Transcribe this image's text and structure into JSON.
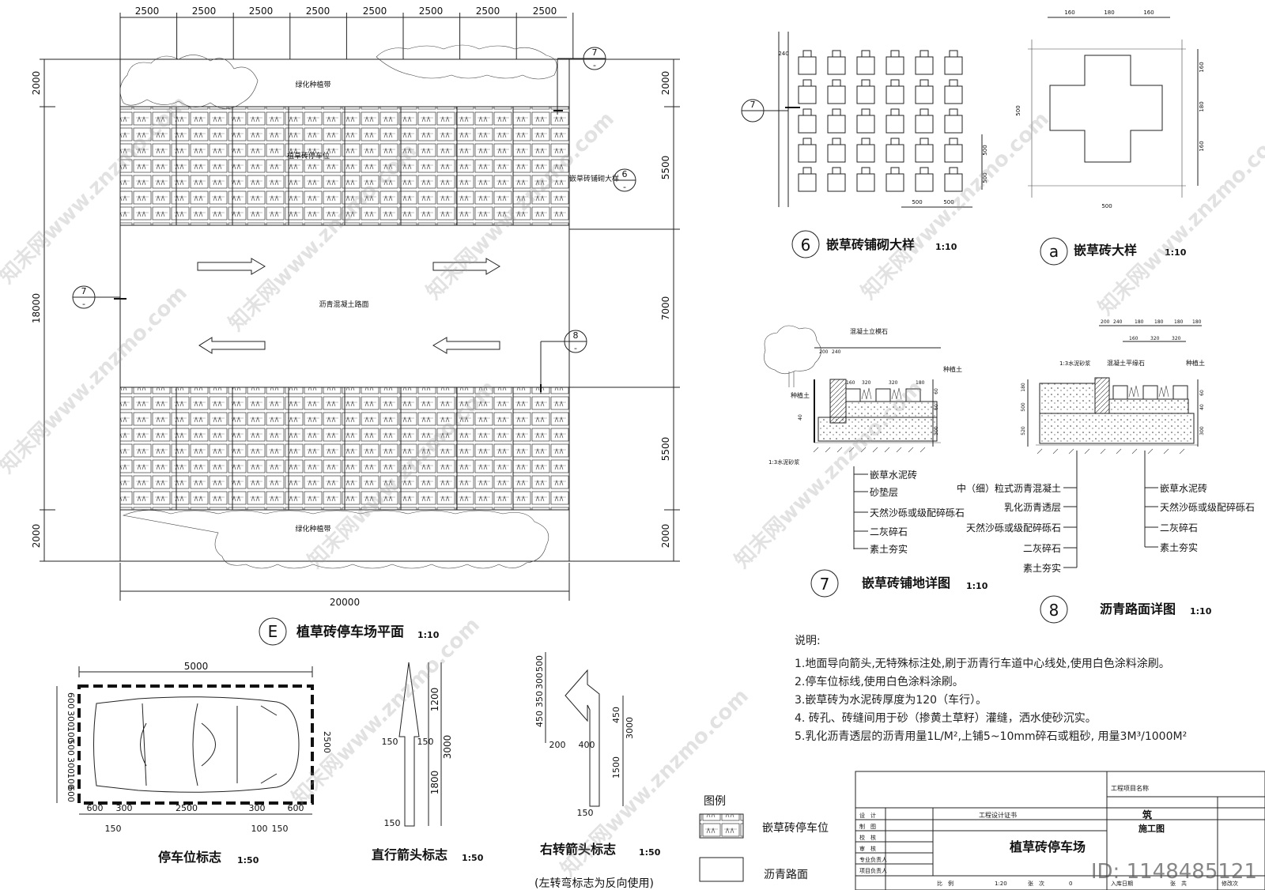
{
  "plan": {
    "top_dims": [
      "2500",
      "2500",
      "2500",
      "2500",
      "2500",
      "2500",
      "2500",
      "2500"
    ],
    "left_dims": [
      "2000",
      "18000",
      "2000"
    ],
    "right_dims": [
      "2000",
      "5500",
      "7000",
      "5500",
      "2000"
    ],
    "bottom_dim": "20000",
    "green_label": "绿化种植带",
    "grass_label": "植草砖停车位",
    "road_label": "沥青混凝土路面",
    "detail_ref_label": "嵌草砖铺砌大样",
    "callouts": [
      "7",
      "6",
      "7",
      "8",
      "-"
    ],
    "title_symbol": "E",
    "title": "植草砖停车场平面",
    "scale": "1:10"
  },
  "detail6": {
    "symbol": "6",
    "title": "嵌草砖铺砌大样",
    "scale": "1:10",
    "dims": [
      "240",
      "500",
      "500",
      "500",
      "500"
    ],
    "callout": "7"
  },
  "detail_a": {
    "symbol": "a",
    "title": "嵌草砖大样",
    "scale": "1:10",
    "dims": [
      "160",
      "180",
      "160",
      "160",
      "180",
      "160",
      "500",
      "500"
    ]
  },
  "detail7": {
    "symbol": "7",
    "title": "嵌草砖铺地详图",
    "scale": "1:10",
    "top_dims": [
      "200",
      "240",
      "160",
      "320",
      "320",
      "180"
    ],
    "top_labels": [
      "混凝土立模石",
      "种植土"
    ],
    "left_labels": [
      "种植土",
      "1:3水泥砂浆"
    ],
    "side_dims": [
      "60",
      "60",
      "300",
      "40"
    ],
    "layers": [
      "嵌草水泥砖",
      "砂垫层",
      "天然沙砾或级配碎砾石",
      "二灰碎石",
      "素土夯实"
    ]
  },
  "detail8": {
    "symbol": "8",
    "title": "沥青路面详图",
    "scale": "1:10",
    "top_dims": [
      "200",
      "240",
      "180",
      "180",
      "180",
      "180"
    ],
    "sub_dims": [
      "160",
      "320",
      "320"
    ],
    "top_labels": [
      "1:3水泥砂浆",
      "混凝土平缘石",
      "种植土"
    ],
    "side_dims": [
      "180",
      "500",
      "520",
      "60",
      "40",
      "300"
    ],
    "left_layers": [
      "中（细）粒式沥青混凝土",
      "乳化沥青透层",
      "天然沙砾或级配碎砾石",
      "二灰碎石",
      "素土夯实"
    ],
    "right_layers": [
      "嵌草水泥砖",
      "天然沙砾或级配碎砾石",
      "二灰碎石",
      "素土夯实"
    ]
  },
  "notes": {
    "heading": "说明:",
    "items": [
      "1.地面导向箭头,无特殊标注处,刷于沥青行车道中心线处,使用白色涂料涂刷。",
      "2.停车位标线,使用白色涂料涂刷。",
      "3.嵌草砖为水泥砖厚度为120（车行）。",
      "4. 砖孔、砖缝间用于砂（掺黄土草籽）灌缝，洒水使砂沉实。",
      "5.乳化沥青透层的沥青用量1L/M²,上铺5~10mm碎石或粗砂, 用量3M³/1000M²"
    ]
  },
  "parking": {
    "title": "停车位标志",
    "scale": "1:50",
    "top_dim": "5000",
    "right_dim": "2500",
    "left_dims": [
      "600",
      "300",
      "100",
      "500",
      "300",
      "100",
      "600"
    ],
    "bottom_dims": [
      "600",
      "300",
      "2500",
      "300",
      "600"
    ],
    "sub_dims": [
      "150",
      "100",
      "150"
    ]
  },
  "straight_arrow": {
    "title": "直行箭头标志",
    "scale": "1:50",
    "dims": [
      "1200",
      "3000",
      "1800",
      "150",
      "150",
      "150"
    ]
  },
  "right_arrow": {
    "title": "右转箭头标志",
    "scale": "1:50",
    "subtitle": "(左转弯标志为反向使用)",
    "dims": [
      "450",
      "350",
      "300",
      "500",
      "450",
      "3000",
      "1500",
      "200",
      "400",
      "150"
    ]
  },
  "legend": {
    "title": "图例",
    "items": [
      {
        "label": "嵌草砖停车位"
      },
      {
        "label": "沥青路面"
      }
    ]
  },
  "titleblock": {
    "cert_label": "工程设计证书",
    "project_label": "工程项目名称",
    "drawing_title": "植草砖停车场",
    "discipline": "筑",
    "stage": "施工图",
    "rows": [
      "设　计",
      "制　图",
      "校　核",
      "审　核",
      "专业负责人",
      "项目负责人"
    ],
    "scale_label": "比　例",
    "scale_value": "1:20",
    "sheet_label": "张　次",
    "sheet_value": "0",
    "date_label": "入库日期",
    "other_label": "张　共",
    "ver_label": "修改次"
  },
  "watermark": {
    "text": "知末网www.znzmo.com",
    "id": "ID: 1148485121"
  }
}
